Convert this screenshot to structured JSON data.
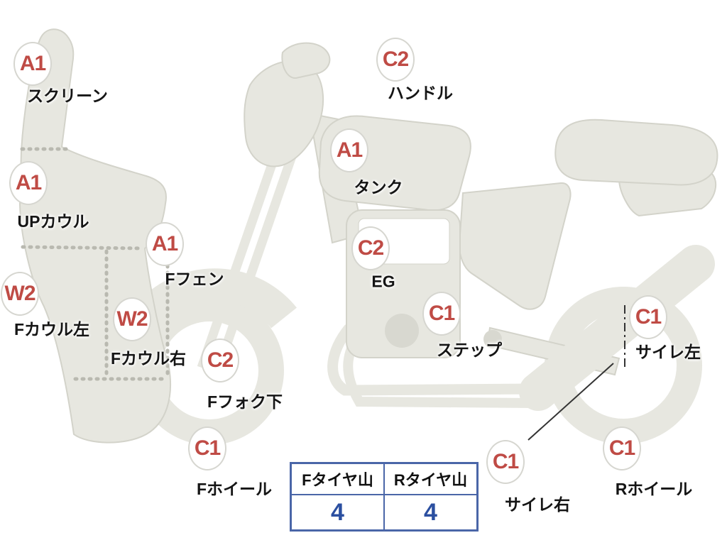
{
  "diagram_name": "bike-condition-diagram",
  "badges": [
    {
      "grade": "A1",
      "label": "スクリーン"
    },
    {
      "grade": "A1",
      "label": "UPカウル"
    },
    {
      "grade": "W2",
      "label": "Fカウル左"
    },
    {
      "grade": "W2",
      "label": "Fカウル右"
    },
    {
      "grade": "A1",
      "label": "Fフェン"
    },
    {
      "grade": "C2",
      "label": "Fフォク下"
    },
    {
      "grade": "C1",
      "label": "Fホイール"
    },
    {
      "grade": "C2",
      "label": "ハンドル"
    },
    {
      "grade": "A1",
      "label": "タンク"
    },
    {
      "grade": "C2",
      "label": "EG"
    },
    {
      "grade": "C1",
      "label": "ステップ"
    },
    {
      "grade": "C1",
      "label": "サイレ左"
    },
    {
      "grade": "C1",
      "label": "サイレ右"
    },
    {
      "grade": "C1",
      "label": "Rホイール"
    }
  ],
  "tire_table": {
    "col1_header": "Fタイヤ山",
    "col2_header": "Rタイヤ山",
    "col1_value": "4",
    "col2_value": "4"
  },
  "colors": {
    "grade_text": "#bf4b45",
    "tire_value": "#2b4fa0",
    "table_border": "#4a66a8",
    "bike_fill": "#e7e7e0"
  }
}
